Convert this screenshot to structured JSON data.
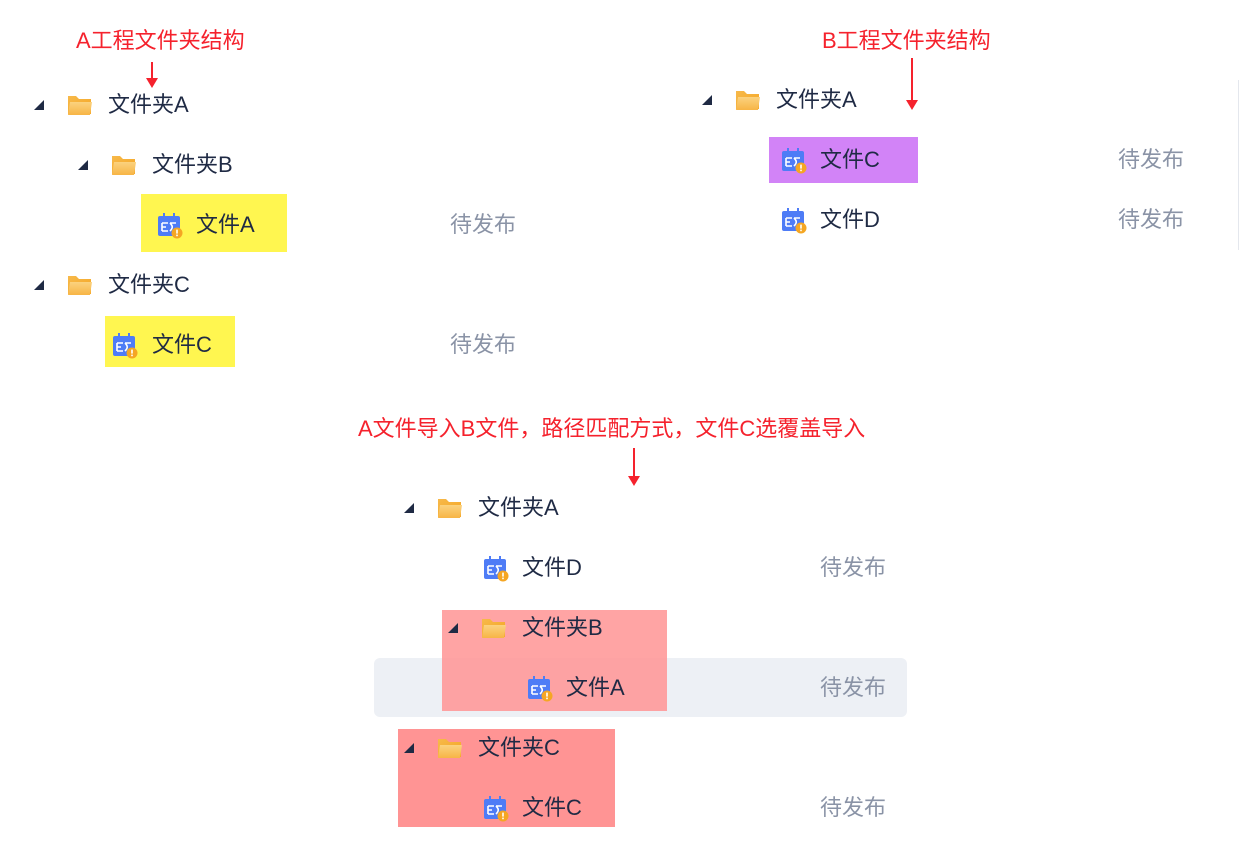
{
  "annotations": {
    "a_title": "A工程文件夹结构",
    "b_title": "B工程文件夹结构",
    "merge_title": "A文件导入B文件，路径匹配方式，文件C选覆盖导入"
  },
  "colors": {
    "accent_red": "#f5222d",
    "highlight_yellow": "#fff650",
    "highlight_purple": "#d283f7",
    "highlight_red": "#ff9494",
    "folder": "#f5a623",
    "file_icon": "#4e7cf6"
  },
  "tree_a": {
    "folder_a": "文件夹A",
    "folder_b": "文件夹B",
    "file_a": "文件A",
    "file_a_status": "待发布",
    "folder_c": "文件夹C",
    "file_c": "文件C",
    "file_c_status": "待发布"
  },
  "tree_b": {
    "folder_a": "文件夹A",
    "file_c": "文件C",
    "file_c_status": "待发布",
    "file_d": "文件D",
    "file_d_status": "待发布"
  },
  "tree_merged": {
    "folder_a": "文件夹A",
    "file_d": "文件D",
    "file_d_status": "待发布",
    "folder_b": "文件夹B",
    "file_a": "文件A",
    "file_a_status": "待发布",
    "folder_c": "文件夹C",
    "file_c": "文件C",
    "file_c_status": "待发布"
  }
}
